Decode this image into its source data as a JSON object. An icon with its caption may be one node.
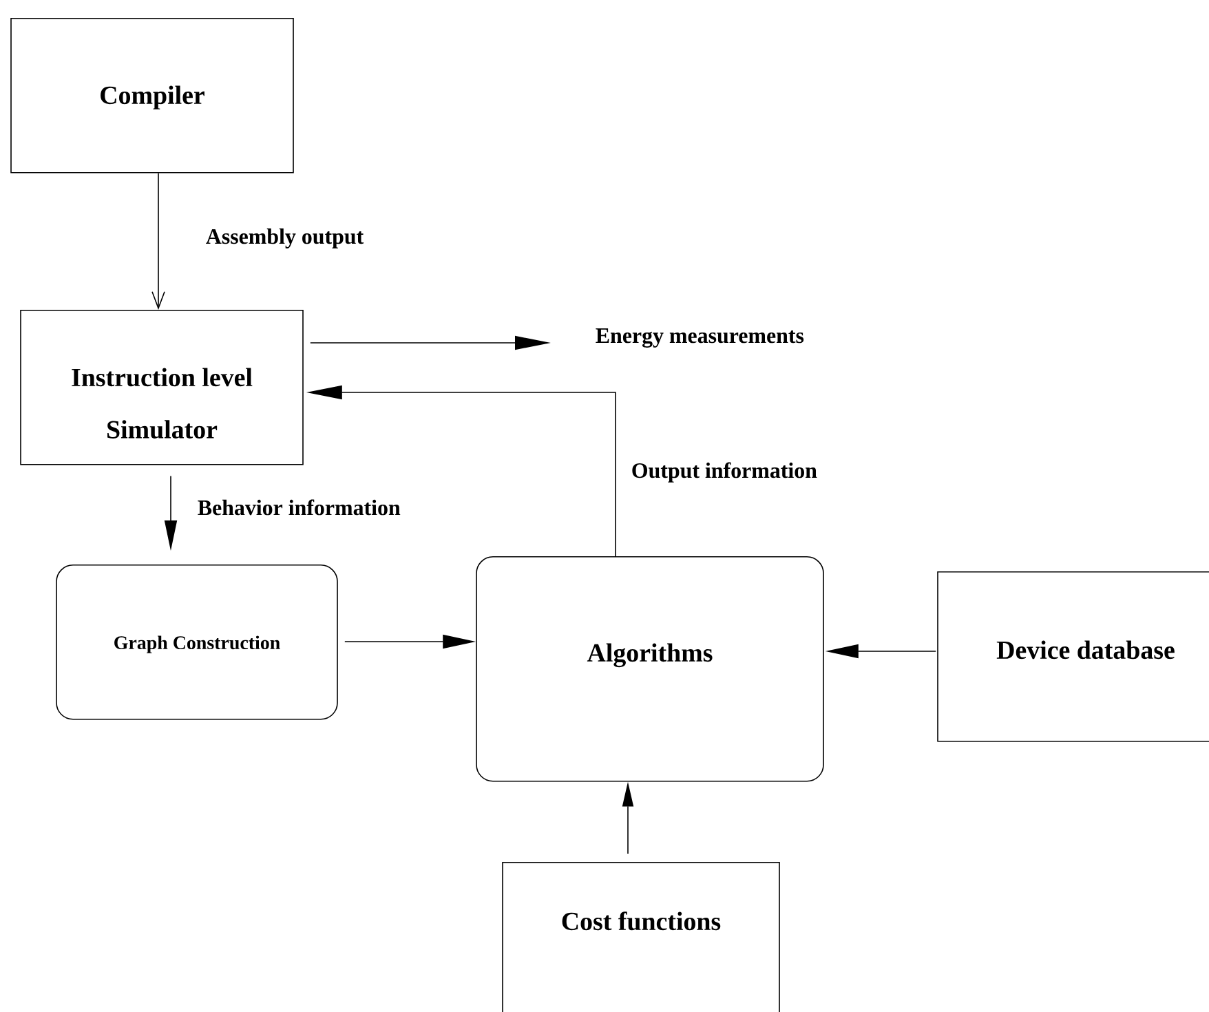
{
  "diagram": {
    "nodes": [
      {
        "text": [
          "Compiler"
        ]
      },
      {
        "text": [
          "Instruction level Simulator"
        ]
      },
      {
        "text": [
          "Energy measurements"
        ]
      },
      {
        "text": [
          "Graph Construction"
        ]
      },
      {
        "text": [
          "Algorithms"
        ]
      },
      {
        "text": [
          "Device database"
        ]
      },
      {
        "text": [
          "Cost functions"
        ]
      }
    ],
    "edges": [
      {
        "from": 0,
        "to": 1,
        "arrow": "to",
        "label": "Assembly output"
      },
      {
        "from": 1,
        "to": 2,
        "arrow": "to"
      },
      {
        "from": 4,
        "to": 1,
        "arrow": "to",
        "label": "Output information"
      },
      {
        "from": 1,
        "to": 3,
        "arrow": "to",
        "label": "Behavior information"
      },
      {
        "from": 3,
        "to": 4,
        "arrow": "to"
      },
      {
        "from": 5,
        "to": 4,
        "arrow": "to"
      },
      {
        "from": 6,
        "to": 4,
        "arrow": "to"
      }
    ]
  }
}
